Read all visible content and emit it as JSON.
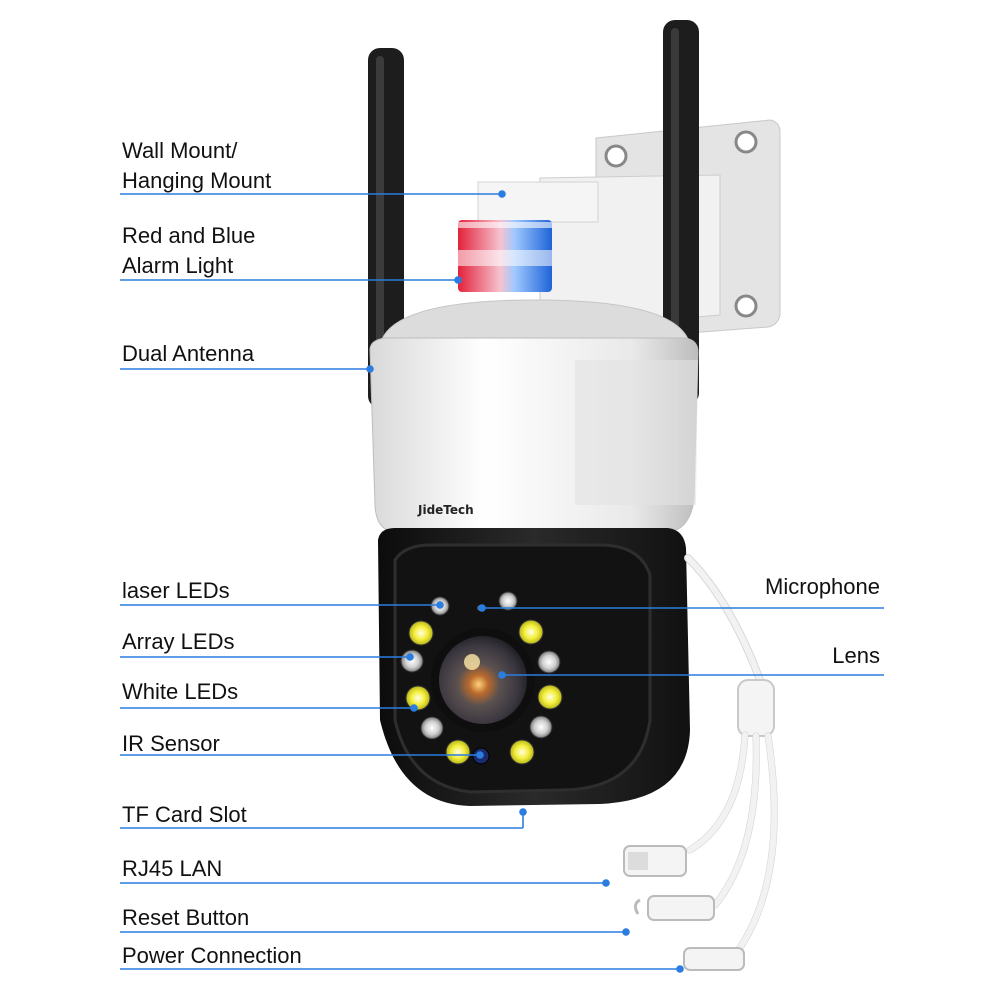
{
  "brand": "JideTech",
  "colors": {
    "leader_line": "#2b7de0",
    "background": "#ffffff",
    "body_white": "#eeeeee",
    "body_black": "#1b1b1b"
  },
  "callouts": {
    "wall_mount": [
      "Wall Mount/",
      "Hanging Mount"
    ],
    "alarm_light": [
      "Red and Blue",
      "Alarm Light"
    ],
    "dual_antenna": "Dual Antenna",
    "laser_leds": "laser LEDs",
    "array_leds": "Array LEDs",
    "white_leds": "White LEDs",
    "ir_sensor": "IR Sensor",
    "tf_card_slot": "TF Card Slot",
    "rj45_lan": "RJ45 LAN",
    "reset_button": "Reset Button",
    "power_connection": "Power Connection",
    "microphone": "Microphone",
    "lens": "Lens"
  }
}
